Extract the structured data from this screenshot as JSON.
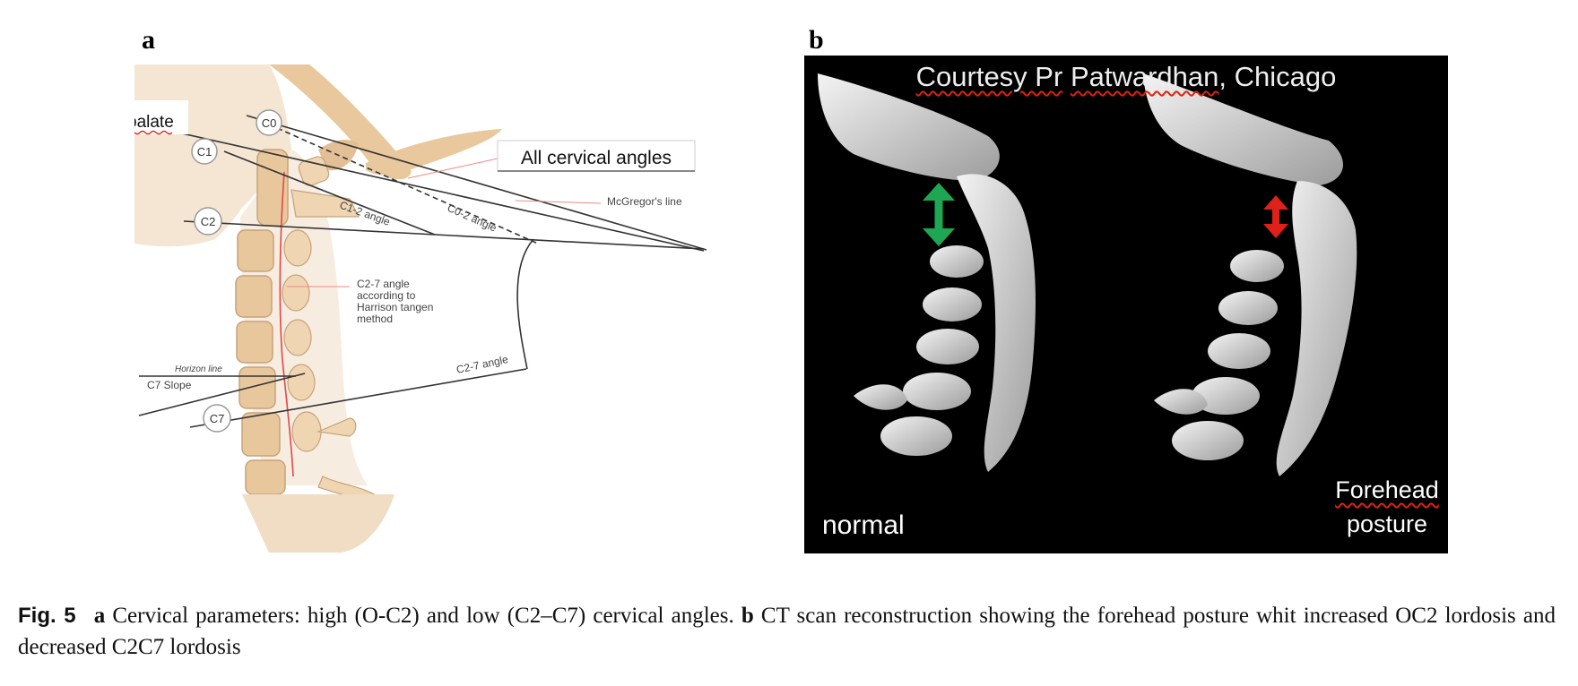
{
  "panels": {
    "a": {
      "letter": "a",
      "labels": {
        "palate": "palate",
        "c0": "C0",
        "c1": "C1",
        "c2": "C2",
        "c7": "C7",
        "all_cervical_angles": "All cervical angles",
        "mcgregor_line": "McGregor's line",
        "c1_2_angle": "C1-2 angle",
        "c0_2_angle": "C0-2 angle",
        "c2_7_method_1": "C2-7 angle",
        "c2_7_method_2": "according to",
        "c2_7_method_3": "Harrison tangen",
        "c2_7_method_4": "method",
        "horizon_line": "Horizon line",
        "c7_slope": "C7 Slope",
        "c2_7_angle": "C2-7 angle"
      }
    },
    "b": {
      "letter": "b",
      "title_1": "Courtesy Pr",
      "title_2": "Patwardhan",
      "title_3": ", Chicago",
      "label_normal": "normal",
      "label_forehead": "Forehead",
      "label_posture": "posture",
      "arrow_colors": {
        "normal": "#1fa653",
        "forehead": "#e0201a"
      }
    }
  },
  "caption": {
    "fig": "Fig. 5",
    "a_letter": "a",
    "a_text": " Cervical parameters: high (O-C2) and low (C2–C7) cervical angles. ",
    "b_letter": "b",
    "b_text": " CT scan reconstruction showing the forehead posture whit increased OC2 lordosis and decreased C2C7 lordosis"
  }
}
